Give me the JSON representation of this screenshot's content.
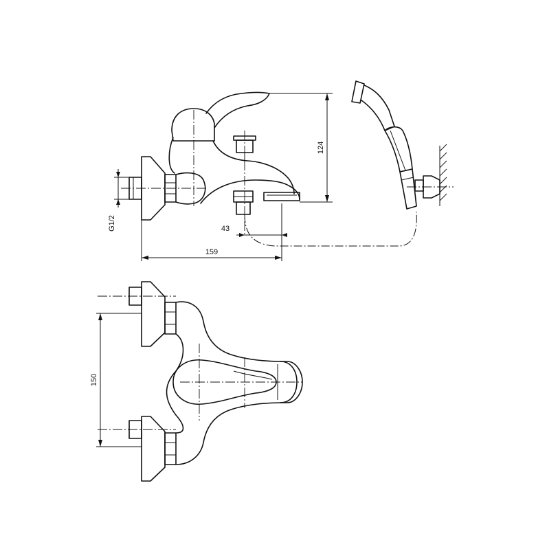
{
  "dimensions": {
    "height_label": "124",
    "length_label": "159",
    "offset_label": "43",
    "thread_label": "G1/2",
    "spacing_label": "150"
  }
}
